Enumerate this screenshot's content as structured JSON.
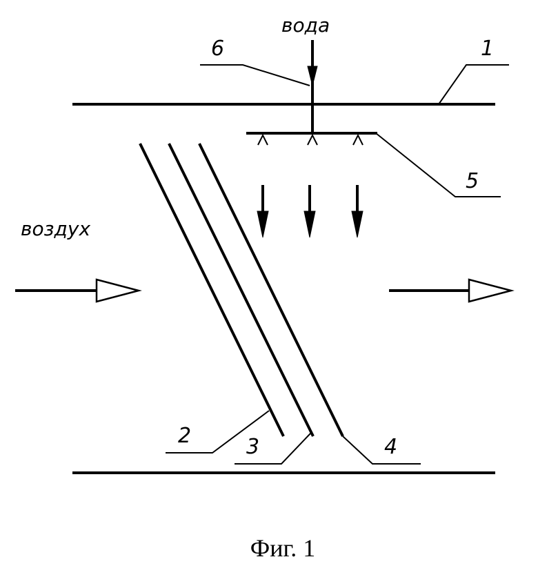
{
  "diagram": {
    "labels": {
      "water": "вода",
      "air": "воздух",
      "n1": "1",
      "n2": "2",
      "n3": "3",
      "n4": "4",
      "n5": "5",
      "n6": "6"
    },
    "caption": "Фиг. 1"
  }
}
